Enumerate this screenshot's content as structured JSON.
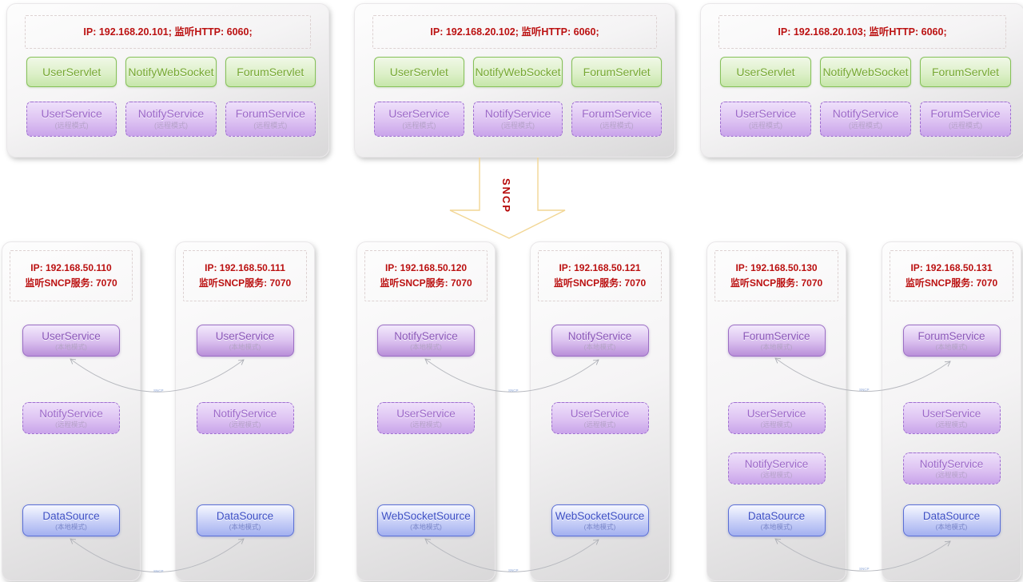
{
  "colors": {
    "green_border": "#86c159",
    "green_text": "#76a832",
    "purple_border": "#9b6ec4",
    "purple_text": "#8a56b8",
    "blue_border": "#5b6fd6",
    "blue_text": "#3d4fc4",
    "ip_text": "#bb1111",
    "arrow_gold": "#f2d694",
    "connector_gray": "#b7b9bf"
  },
  "top_nodes": [
    {
      "ip": "IP: 192.168.20.101;  监听HTTP: 6060;",
      "servlets": [
        "UserServlet",
        "NotifyWebSocket",
        "ForumServlet"
      ],
      "services": [
        {
          "name": "UserService",
          "mode": "(远程模式)"
        },
        {
          "name": "NotifyService",
          "mode": "(远程模式)"
        },
        {
          "name": "ForumService",
          "mode": "(远程模式)"
        }
      ]
    },
    {
      "ip": "IP: 192.168.20.102;  监听HTTP: 6060;",
      "servlets": [
        "UserServlet",
        "NotifyWebSocket",
        "ForumServlet"
      ],
      "services": [
        {
          "name": "UserService",
          "mode": "(远程模式)"
        },
        {
          "name": "NotifyService",
          "mode": "(远程模式)"
        },
        {
          "name": "ForumService",
          "mode": "(远程模式)"
        }
      ]
    },
    {
      "ip": "IP: 192.168.20.103;  监听HTTP: 6060;",
      "servlets": [
        "UserServlet",
        "NotifyWebSocket",
        "ForumServlet"
      ],
      "services": [
        {
          "name": "UserService",
          "mode": "(远程模式)"
        },
        {
          "name": "NotifyService",
          "mode": "(远程模式)"
        },
        {
          "name": "ForumService",
          "mode": "(远程模式)"
        }
      ]
    }
  ],
  "sncp_arrow": {
    "label": "SNCP"
  },
  "bottom_nodes": [
    {
      "ip_line1": "IP: 192.168.50.110",
      "ip_line2": "监听SNCP服务: 7070",
      "services": [
        {
          "name": "UserService",
          "mode": "(本地模式)"
        },
        {
          "name": "NotifyService",
          "mode": "(远程模式)"
        },
        {
          "name": "DataSource",
          "mode": "(本地模式)"
        }
      ]
    },
    {
      "ip_line1": "IP: 192.168.50.111",
      "ip_line2": "监听SNCP服务: 7070",
      "services": [
        {
          "name": "UserService",
          "mode": "(本地模式)"
        },
        {
          "name": "NotifyService",
          "mode": "(远程模式)"
        },
        {
          "name": "DataSource",
          "mode": "(本地模式)"
        }
      ]
    },
    {
      "ip_line1": "IP: 192.168.50.120",
      "ip_line2": "监听SNCP服务: 7070",
      "services": [
        {
          "name": "NotifyService",
          "mode": "(本地模式)"
        },
        {
          "name": "UserService",
          "mode": "(远程模式)"
        },
        {
          "name": "WebSocketSource",
          "mode": "(本地模式)"
        }
      ]
    },
    {
      "ip_line1": "IP: 192.168.50.121",
      "ip_line2": "监听SNCP服务: 7070",
      "services": [
        {
          "name": "NotifyService",
          "mode": "(本地模式)"
        },
        {
          "name": "UserService",
          "mode": "(远程模式)"
        },
        {
          "name": "WebSocketSource",
          "mode": "(本地模式)"
        }
      ]
    },
    {
      "ip_line1": "IP: 192.168.50.130",
      "ip_line2": "监听SNCP服务: 7070",
      "services": [
        {
          "name": "ForumService",
          "mode": "(本地模式)"
        },
        {
          "name": "UserService",
          "mode": "(远程模式)"
        },
        {
          "name": "NotifyService",
          "mode": "(远程模式)"
        },
        {
          "name": "DataSource",
          "mode": "(本地模式)"
        }
      ]
    },
    {
      "ip_line1": "IP: 192.168.50.131",
      "ip_line2": "监听SNCP服务: 7070",
      "services": [
        {
          "name": "ForumService",
          "mode": "(本地模式)"
        },
        {
          "name": "UserService",
          "mode": "(远程模式)"
        },
        {
          "name": "NotifyService",
          "mode": "(远程模式)"
        },
        {
          "name": "DataSource",
          "mode": "(本地模式)"
        }
      ]
    }
  ],
  "connectors": [
    {
      "label": "SNCP"
    },
    {
      "label": "SNCP"
    },
    {
      "label": "SNCP"
    },
    {
      "label": "SNCP"
    },
    {
      "label": "SNCP"
    },
    {
      "label": "SNCP"
    }
  ]
}
